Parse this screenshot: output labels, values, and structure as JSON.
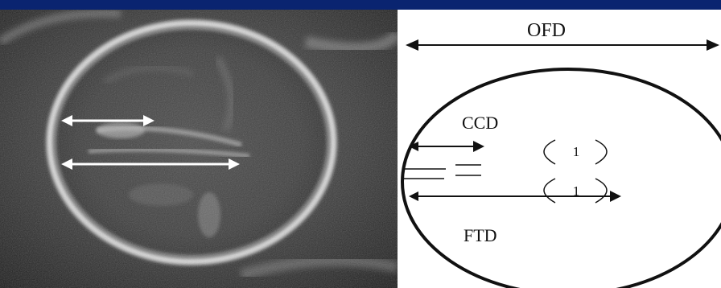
{
  "labels": {
    "ofd": "OFD",
    "ccd": "CCD",
    "ftd": "FTD",
    "lobe_upper": "1",
    "lobe_lower": "1"
  },
  "colors": {
    "background": "#0d2a7a",
    "ultrasound_bg": "#1e1e1e",
    "diagram_bg": "#ffffff",
    "arrow_white": "#ffffff",
    "ink": "#111111"
  }
}
